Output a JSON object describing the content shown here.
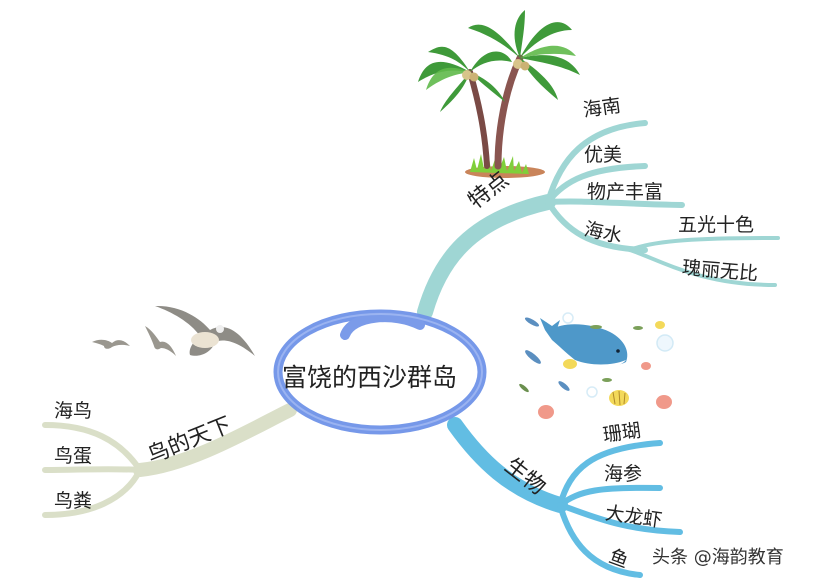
{
  "center": {
    "title": "富饶的西沙群岛",
    "ring_color": "#6f93e8"
  },
  "branches": {
    "features": {
      "label": "特点",
      "color": "#9fd6d4",
      "children": [
        {
          "label": "海南"
        },
        {
          "label": "优美"
        },
        {
          "label": "物产丰富"
        },
        {
          "label": "海水",
          "children": [
            {
              "label": "五光十色"
            },
            {
              "label": "瑰丽无比"
            }
          ]
        }
      ]
    },
    "creatures": {
      "label": "生物",
      "color": "#62bde3",
      "children": [
        {
          "label": "珊瑚"
        },
        {
          "label": "海参"
        },
        {
          "label": "大龙虾"
        },
        {
          "label": "鱼"
        }
      ]
    },
    "birds": {
      "label": "鸟的天下",
      "color": "#dadfc8",
      "children": [
        {
          "label": "海鸟"
        },
        {
          "label": "鸟蛋"
        },
        {
          "label": "鸟粪"
        }
      ]
    }
  },
  "illustrations": {
    "palm": "palm-trees-illustration",
    "whale": "whale-and-fish-illustration",
    "gulls": "seagulls-illustration"
  },
  "watermark": "头条 @海韵教育"
}
